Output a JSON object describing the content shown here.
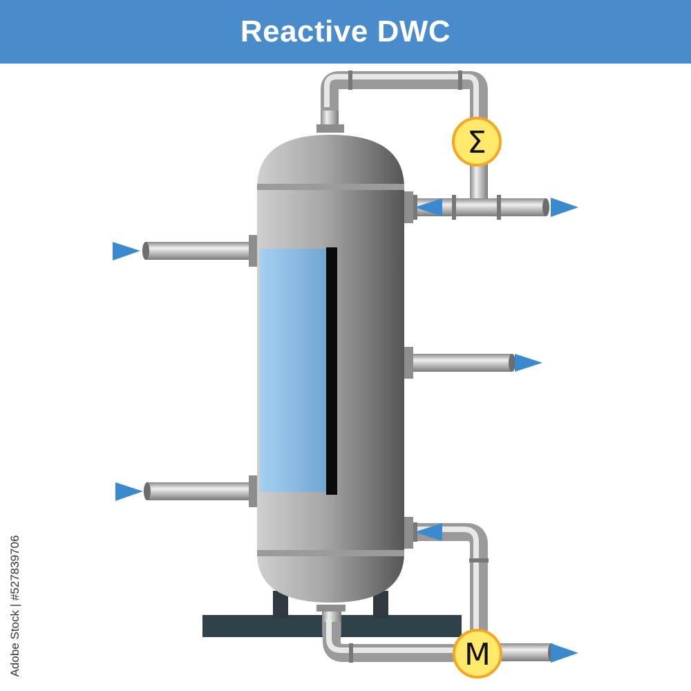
{
  "header": {
    "title": "Reactive DWC"
  },
  "colors": {
    "banner": "#4a8ccb",
    "arrow": "#3a8ad0",
    "liquid_light": "#a6d0ef",
    "liquid_dark": "#6fa3d2",
    "exchanger_fill": "#ffe96a",
    "exchanger_ring": "#f5a623",
    "vessel_light": "#cfcfcf",
    "vessel_dark": "#565656",
    "base_beam": "#2f4048"
  },
  "equipment": {
    "vessel": "dividing-wall-column",
    "dividing_wall": "black-wall",
    "condenser": {
      "symbol": "Σ",
      "icon": "condenser-icon"
    },
    "reboiler": {
      "symbol": "M",
      "icon": "reboiler-icon"
    }
  },
  "streams": [
    {
      "id": "feed-upper",
      "direction": "in",
      "icon": "arrow-right-icon"
    },
    {
      "id": "feed-lower",
      "direction": "in",
      "icon": "arrow-right-icon"
    },
    {
      "id": "distillate",
      "direction": "out",
      "icon": "arrow-right-icon"
    },
    {
      "id": "reflux",
      "direction": "return",
      "icon": "arrow-left-icon"
    },
    {
      "id": "side-draw",
      "direction": "out",
      "icon": "arrow-right-icon"
    },
    {
      "id": "boilup",
      "direction": "return",
      "icon": "arrow-left-icon"
    },
    {
      "id": "bottoms",
      "direction": "out",
      "icon": "arrow-right-icon"
    }
  ],
  "side_id": "Adobe Stock | #527839706"
}
